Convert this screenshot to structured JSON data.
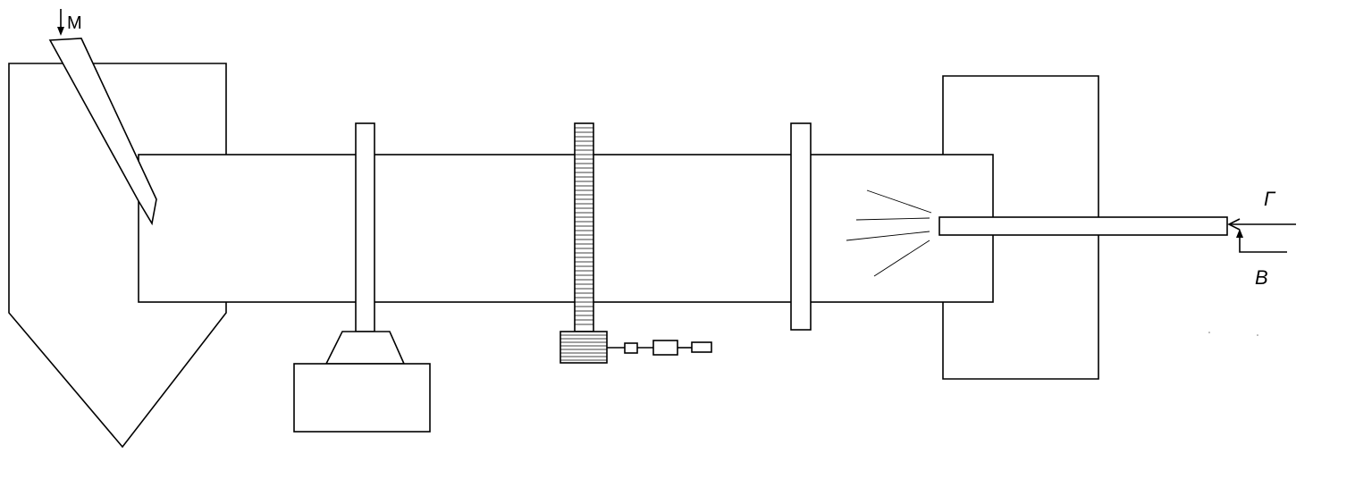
{
  "labels": {
    "material_in": "М",
    "gas_in": "Г",
    "air_in": "В"
  }
}
